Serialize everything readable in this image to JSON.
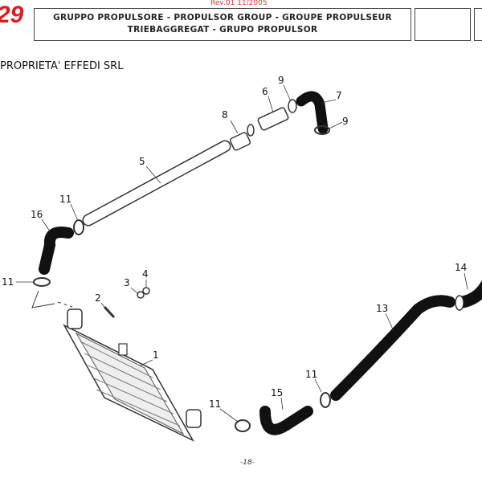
{
  "header": {
    "revision": "Rev.01 11/2005",
    "logo_text": "29",
    "title_line1": "GRUPPO PROPULSORE - PROPULSOR GROUP - GROUPE PROPULSEUR",
    "title_line2": "TRIEBAGGREGAT - GRUPO PROPULSOR"
  },
  "ownership": "PROPRIETA' EFFEDI SRL",
  "callouts": [
    "9",
    "6",
    "7",
    "8",
    "9",
    "5",
    "11",
    "16",
    "11",
    "4",
    "3",
    "2",
    "1",
    "13",
    "14",
    "11",
    "15",
    "11"
  ],
  "page_number": "-18-"
}
